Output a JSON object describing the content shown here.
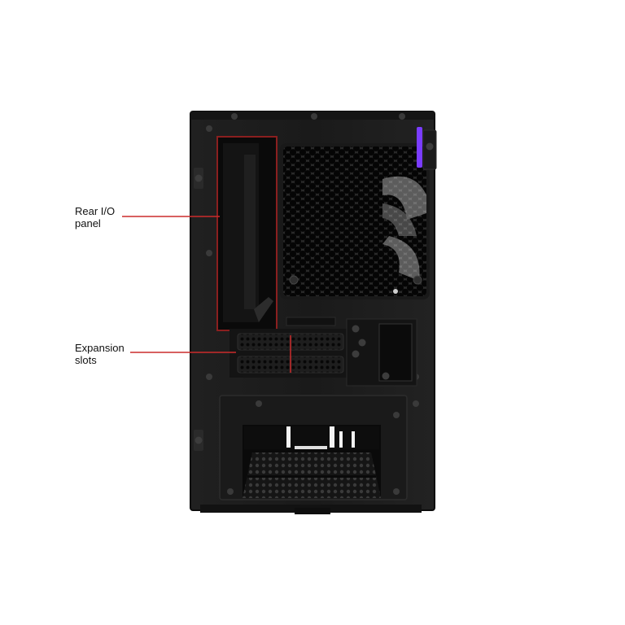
{
  "callouts": {
    "rear_io": {
      "line1": "Rear I/O",
      "line2": "panel"
    },
    "expansion": {
      "line1": "Expansion",
      "line2": "slots"
    }
  },
  "colors": {
    "callout_line": "#cc2b2b",
    "case_body": "#1c1c1c",
    "accent": "#7a3cff"
  },
  "icons": [
    "pc-case-rear",
    "fan-grille",
    "screw"
  ]
}
